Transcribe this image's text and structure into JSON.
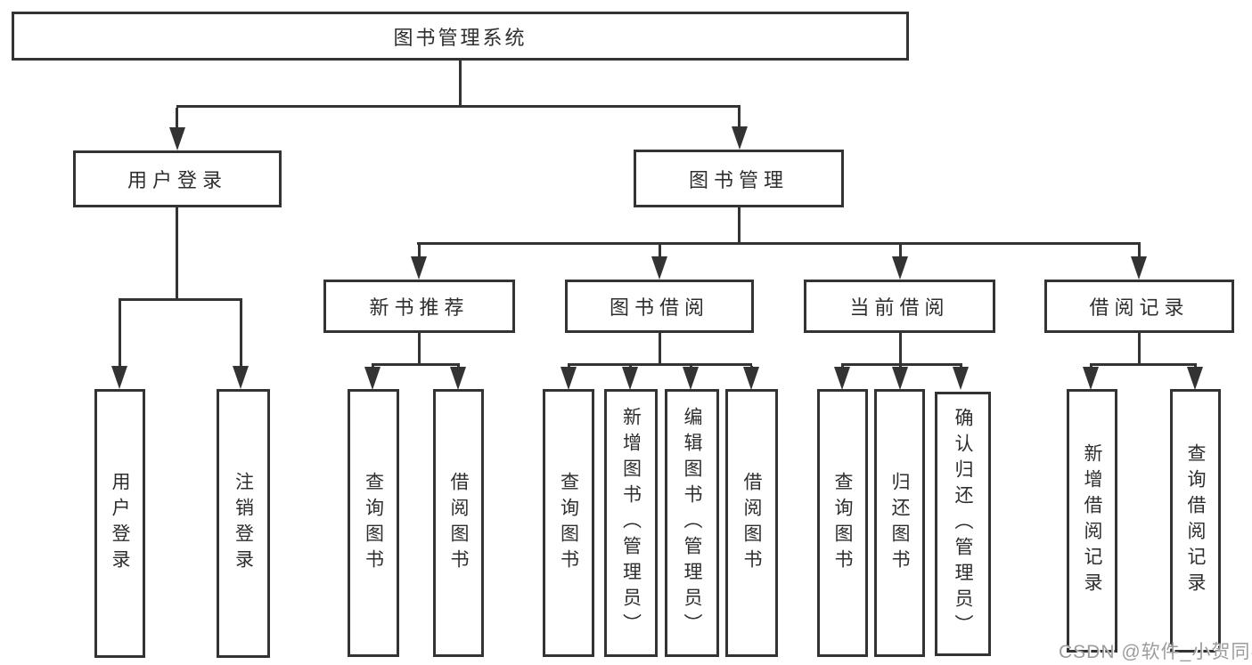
{
  "diagram": {
    "title": "图书管理系统",
    "colors": {
      "line": "#333333",
      "text": "#2e2e2e",
      "background": "#ffffff",
      "watermark": "#9c9c9c"
    },
    "nodes": {
      "root": "图书管理系统",
      "login": "用户登录",
      "mgmt": "图书管理",
      "login_user": "用户登录",
      "login_logout": "注销登录",
      "rec": "新书推荐",
      "borrow": "图书借阅",
      "current": "当前借阅",
      "record": "借阅记录",
      "rec_query": "查询图书",
      "rec_borrow": "借阅图书",
      "borrow_query": "查询图书",
      "borrow_add": "新增图书（管理员）",
      "borrow_edit": "编辑图书（管理员）",
      "borrow_borrow": "借阅图书",
      "current_query": "查询图书",
      "current_return": "归还图书",
      "current_confirm": "确认归还（管理员）",
      "record_add": "新增借阅记录",
      "record_query": "查询借阅记录"
    },
    "edges": [
      {
        "from": "图书管理系统",
        "to": [
          "用户登录",
          "图书管理"
        ]
      },
      {
        "from": "用户登录",
        "to": [
          "用户登录",
          "注销登录"
        ]
      },
      {
        "from": "图书管理",
        "to": [
          "新书推荐",
          "图书借阅",
          "当前借阅",
          "借阅记录"
        ]
      },
      {
        "from": "新书推荐",
        "to": [
          "查询图书",
          "借阅图书"
        ]
      },
      {
        "from": "图书借阅",
        "to": [
          "查询图书",
          "新增图书（管理员）",
          "编辑图书（管理员）",
          "借阅图书"
        ]
      },
      {
        "from": "当前借阅",
        "to": [
          "查询图书",
          "归还图书",
          "确认归还（管理员）"
        ]
      },
      {
        "from": "借阅记录",
        "to": [
          "新增借阅记录",
          "查询借阅记录"
        ]
      }
    ],
    "watermark": "CSDN @软件_小贺同学"
  }
}
